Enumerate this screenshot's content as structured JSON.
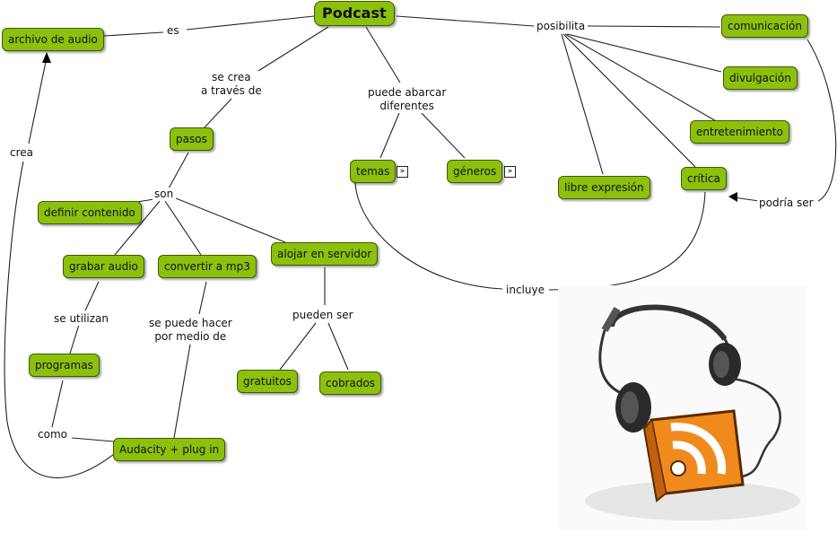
{
  "nodes": {
    "podcast": "Podcast",
    "archivo": "archivo de audio",
    "pasos": "pasos",
    "temas": "temas",
    "generos": "géneros",
    "libre": "libre expresión",
    "critica": "crítica",
    "comunicacion": "comunicación",
    "divulgacion": "divulgación",
    "entretenimiento": "entretenimiento",
    "definir": "definir contenido",
    "grabar": "grabar audio",
    "convertir": "convertir a mp3",
    "alojar": "alojar en servidor",
    "programas": "programas",
    "gratuitos": "gratuitos",
    "cobrados": "cobrados",
    "audacity": "Audacity + plug in"
  },
  "links": {
    "es": "es",
    "se_crea": "se crea\na través de",
    "puede_abarcar": "puede abarcar\ndiferentes",
    "posibilita": "posibilita",
    "son": "son",
    "crea": "crea",
    "se_utilizan": "se utilizan",
    "se_puede_hacer": "se puede hacer\npor medio de",
    "pueden_ser": "pueden ser",
    "como": "como",
    "incluye": "incluye",
    "podria_ser": "podría ser"
  },
  "icons": {
    "expand": "double-chevron-right-icon",
    "illustration": "headphones-rss-icon"
  },
  "colors": {
    "node_fill": "#8cc00c",
    "node_border": "#3f5a06",
    "rss_orange": "#f08a1c"
  }
}
